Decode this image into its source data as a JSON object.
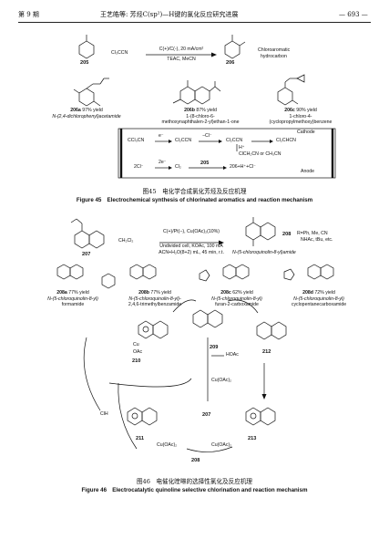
{
  "header": {
    "issue": "第 9 期",
    "title": "王艺皓等: 芳烃C(sp²)—H键的氯化反应研究进展",
    "page": "— 693 —"
  },
  "fig45": {
    "reagent": "Cl₃CCN",
    "conditions_top": "C(+)/C(-), 20 mA/cm²",
    "conditions_bottom": "TEAC, MeCN",
    "sm_label": "205",
    "product_label": "206",
    "product_desc_1": "Chloroaromatic",
    "product_desc_2": "hydrocarbon",
    "ex1_label": "206a",
    "ex1_yield": "97% yield",
    "ex1_name": "N-(2,4-dichlorophenyl)acetamide",
    "ex2_label": "206b",
    "ex2_yield": "87% yield",
    "ex2_name_1": "1-(8-chloro-6-",
    "ex2_name_2": "methoxynaphthalen-2-yl)ethan-1-one",
    "ex3_label": "206c",
    "ex3_yield": "90% yield",
    "ex3_name_1": "1-chloro-4-",
    "ex3_name_2": "(cyclopropylmethoxy)benzene",
    "mech_r1": "CCl₃CN",
    "mech_e": "e⁻",
    "mech_r2": "Cl₂CCN",
    "mech_r3": "Cl₂CCN",
    "mech_r4": "Cl₂CHCN",
    "mech_cl": "−Cl⁻",
    "mech_h": "H⁺",
    "mech_bottom": "ClCH₂CN or CH₃CN",
    "cathode": "Cathode",
    "anode_r1": "2Cl⁻",
    "anode_2e": "2e⁻",
    "anode_r2": "Cl₂",
    "anode_sm": "205",
    "anode_r3": "206+H⁺+Cl⁻",
    "anode": "Anode",
    "caption_cn": "图45　电化学合成氯化芳烃及反应机理",
    "caption_en": "Figure 45　Electrochemical synthesis of chlorinated aromatics and reaction mechanism"
  },
  "fig46": {
    "reagent": "CH₂Cl₂",
    "cond1": "C(+)/Pt(−), Cu(OAc)₂(10%)",
    "cond2": "Undivided cell, KOAc, 100 mA",
    "cond3": "ACN+H₂O(8+2) mL, 45 min, r.t.",
    "sm_label": "207",
    "product_label": "208",
    "r_def": "R=Ph, Me, CN",
    "r_def2": "NHAc, tBu, etc.",
    "product_name": "N-(5-chloroquinolin-8-yl)amide",
    "ex": [
      {
        "label": "208a",
        "yield": "77% yield",
        "name1": "N-(5-chloroquinolin-8-yl)",
        "name2": "formamide"
      },
      {
        "label": "208b",
        "yield": "77% yield",
        "name1": "N-(5-chloroquinolin-8-yl)-",
        "name2": "2,4,6-trimethylbenzamide"
      },
      {
        "label": "208c",
        "yield": "62% yield",
        "name1": "N-(5-chloroquinolin-8-yl)",
        "name2": "furan-2-carboxamide"
      },
      {
        "label": "208d",
        "yield": "72% yield",
        "name1": "N-(5-chloroquinolin-8-yl)",
        "name2": "cyclopentanecarboxamide"
      }
    ],
    "cyc_209": "209",
    "cyc_210": "210",
    "cyc_211": "211",
    "cyc_212": "212",
    "cyc_213": "213",
    "cyc_207": "207",
    "cyc_208": "208",
    "hoac": "HOAc",
    "cuoac2_a": "Cu(OAc)₂",
    "cuoac2_b": "Cu(OAc)₂",
    "cuoac2_c": "Cu(OAc)₂",
    "cu_label": "Cu",
    "oac": "OAc",
    "clh": "ClH",
    "caption_cn": "图46　电催化喹啉的选择性氯化及反应机理",
    "caption_en": "Figure 46　Electrocatalytic quinoline selective chlorination and reaction mechanism"
  }
}
